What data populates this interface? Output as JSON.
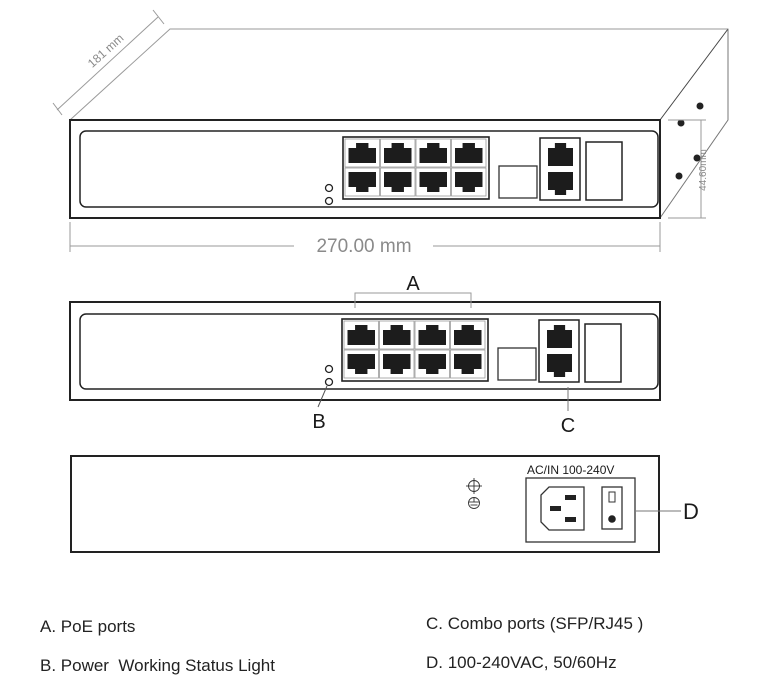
{
  "dimensions": {
    "depth": "181 mm",
    "width": "270.00 mm",
    "height": "44.60mm"
  },
  "callouts": {
    "a": "A",
    "b": "B",
    "c": "C",
    "d": "D"
  },
  "rear_panel": {
    "power_label": "AC/IN 100-240V"
  },
  "legend": [
    {
      "text": "A. PoE ports"
    },
    {
      "text": "B. Power  Working Status Light"
    },
    {
      "text": "C. Combo ports (SFP/RJ45 )"
    },
    {
      "text": "D. 100-240VAC, 50/60Hz"
    }
  ],
  "colors": {
    "line": "#222222",
    "dimension": "#9a9a9a",
    "port_fill": "#1c1c1c"
  }
}
